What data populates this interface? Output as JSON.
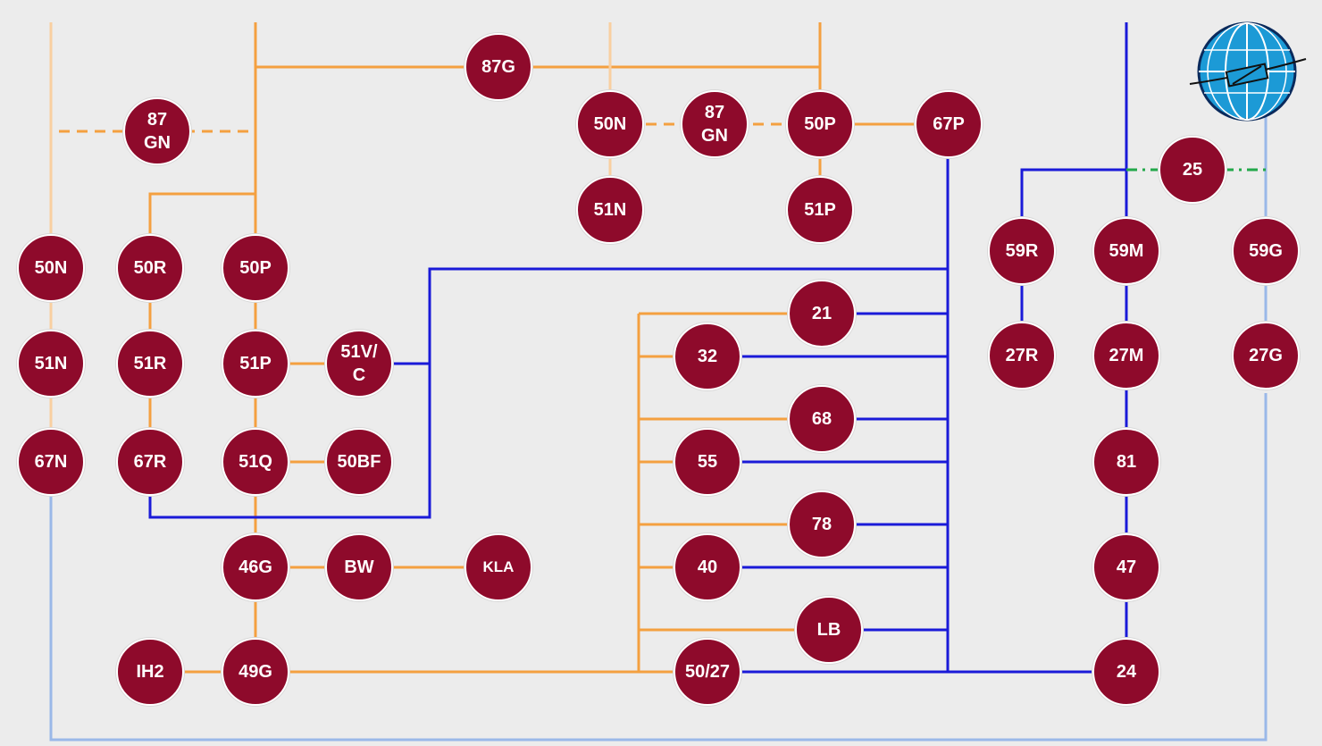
{
  "colors": {
    "background": "#ececec",
    "node_fill": "#8e0a2b",
    "node_text": "#ffffff",
    "orange": "#f4a040",
    "light_orange": "#f9cfa0",
    "blue": "#1a1ad8",
    "light_blue": "#9ab8e8",
    "green": "#22a84a"
  },
  "logo": {
    "icon": "globe-transformer-logo-icon"
  },
  "nodes": [
    {
      "id": "n87g_top",
      "label": "87G"
    },
    {
      "id": "n87gn_left",
      "label": "87\nGN"
    },
    {
      "id": "n50n_mid",
      "label": "50N"
    },
    {
      "id": "n87gn_mid",
      "label": "87\nGN"
    },
    {
      "id": "n50p_mid",
      "label": "50P"
    },
    {
      "id": "n67p",
      "label": "67P"
    },
    {
      "id": "n51n_mid",
      "label": "51N"
    },
    {
      "id": "n51p_mid",
      "label": "51P"
    },
    {
      "id": "n25",
      "label": "25"
    },
    {
      "id": "n50n_left",
      "label": "50N"
    },
    {
      "id": "n50r",
      "label": "50R"
    },
    {
      "id": "n50p_left",
      "label": "50P"
    },
    {
      "id": "n59r",
      "label": "59R"
    },
    {
      "id": "n59m",
      "label": "59M"
    },
    {
      "id": "n59g",
      "label": "59G"
    },
    {
      "id": "n51n_left",
      "label": "51N"
    },
    {
      "id": "n51r",
      "label": "51R"
    },
    {
      "id": "n51p_left",
      "label": "51P"
    },
    {
      "id": "n51vc",
      "label": "51V/\nC"
    },
    {
      "id": "n21",
      "label": "21"
    },
    {
      "id": "n32",
      "label": "32"
    },
    {
      "id": "n27r",
      "label": "27R"
    },
    {
      "id": "n27m",
      "label": "27M"
    },
    {
      "id": "n27g",
      "label": "27G"
    },
    {
      "id": "n67n",
      "label": "67N"
    },
    {
      "id": "n67r",
      "label": "67R"
    },
    {
      "id": "n51q",
      "label": "51Q"
    },
    {
      "id": "n50bf",
      "label": "50BF"
    },
    {
      "id": "n68",
      "label": "68"
    },
    {
      "id": "n55",
      "label": "55"
    },
    {
      "id": "n81",
      "label": "81"
    },
    {
      "id": "n46g",
      "label": "46G"
    },
    {
      "id": "nbw",
      "label": "BW"
    },
    {
      "id": "nkla",
      "label": "KLA"
    },
    {
      "id": "n78",
      "label": "78"
    },
    {
      "id": "n40",
      "label": "40"
    },
    {
      "id": "n47",
      "label": "47"
    },
    {
      "id": "nlb",
      "label": "LB"
    },
    {
      "id": "nih2",
      "label": "IH2"
    },
    {
      "id": "n49g",
      "label": "49G"
    },
    {
      "id": "n5027",
      "label": "50/27"
    },
    {
      "id": "n24",
      "label": "24"
    }
  ]
}
